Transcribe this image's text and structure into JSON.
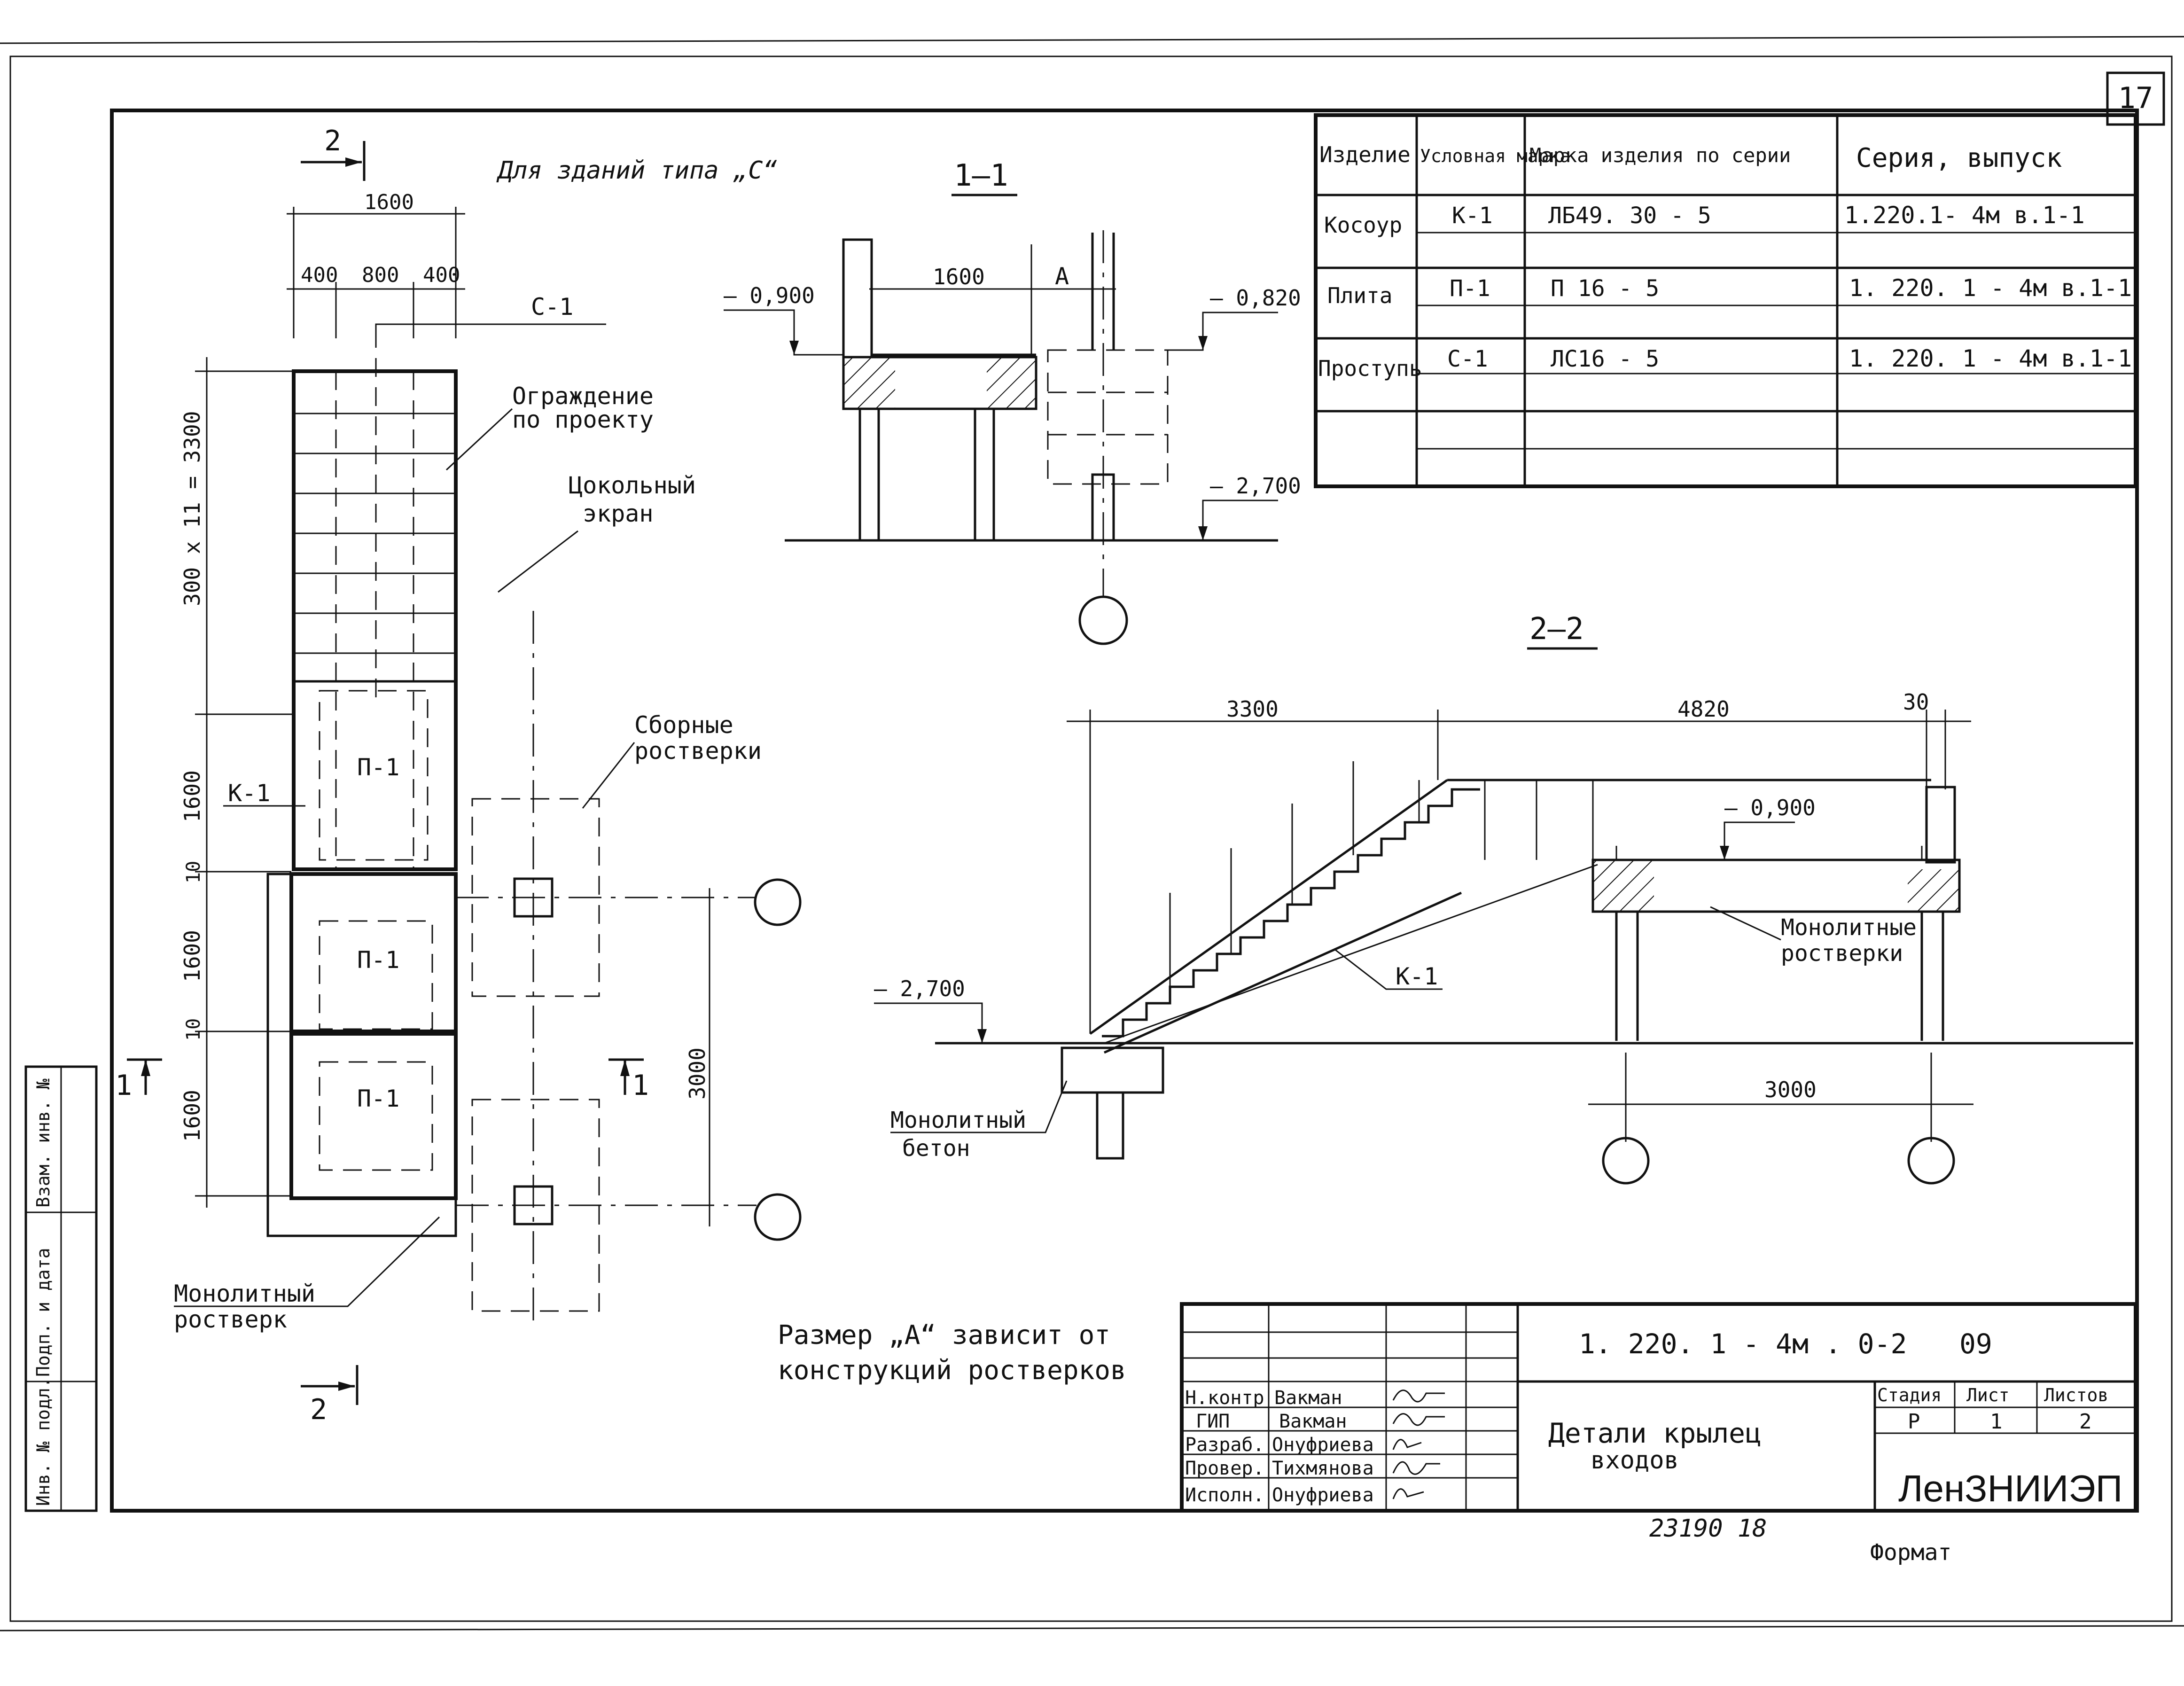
{
  "sheet": {
    "number": "17",
    "note_building": "Для зданий типа „С“",
    "note_size": [
      "Размер „А“ зависит от",
      "конструкций ростверков"
    ],
    "bottom_stamp": "23190 18",
    "format_label": "Формат"
  },
  "plan": {
    "section_mark_2": "2",
    "section_mark_1": "1",
    "dims_top": [
      "1600",
      "400",
      "800",
      "400"
    ],
    "dims_left": [
      "300 x 11 = 3300",
      "1600",
      "10",
      "1600",
      "10",
      "1600"
    ],
    "dim_right": "3000",
    "labels": {
      "c1": "С-1",
      "fence": [
        "Ограждение",
        "по проекту"
      ],
      "screen": [
        "Цокольный",
        "экран"
      ],
      "prefab": [
        "Сборные",
        "ростверки"
      ],
      "k1": "К-1",
      "p1": "П-1",
      "monolith": [
        "Монолитный",
        "ростверк"
      ]
    }
  },
  "section_1_1": {
    "title": "1—1",
    "dim_1600": "1600",
    "dim_a": "А",
    "level_left": "– 0,900",
    "level_right": "– 0,820",
    "level_ground": "– 2,700"
  },
  "section_2_2": {
    "title": "2—2",
    "dim_3300": "3300",
    "dim_4820": "4820",
    "dim_30": "30",
    "dim_3000": "3000",
    "level_top": "– 0,900",
    "level_ground": "– 2,700",
    "k1": "К-1",
    "monolith_grillage": [
      "Монолитные",
      "ростверки"
    ],
    "monolith_concrete": [
      "Монолитный",
      "бетон"
    ]
  },
  "spec_table": {
    "headers": [
      "Изделие",
      "Условная марка",
      "Марка изделия по серии",
      "Серия, выпуск"
    ],
    "rows": [
      [
        "Косоур",
        "К-1",
        "ЛБ49. 30 - 5",
        "1.220.1- 4м  в.1-1"
      ],
      [
        "Плита",
        "П-1",
        "П 16 - 5",
        "1. 220. 1 - 4м  в.1-1"
      ],
      [
        "Проступь",
        "С-1",
        "ЛС16 - 5",
        "1. 220. 1 - 4м  в.1-1"
      ]
    ]
  },
  "title_block": {
    "code": "1. 220. 1 - 4м . 0-2",
    "sheet_no": "09",
    "title": [
      "Детали крылец",
      "входов"
    ],
    "stage_header": "Стадия",
    "sheet_header": "Лист",
    "sheets_header": "Листов",
    "stage": "Р",
    "sheet": "1",
    "sheets": "2",
    "org": "ЛенЗНИИЭП",
    "people": [
      [
        "Н.контр",
        "Вакман"
      ],
      [
        "ГИП",
        "Вакман"
      ],
      [
        "Разраб.",
        "Онуфриева"
      ],
      [
        "Провер.",
        "Тихмянова"
      ],
      [
        "Исполн.",
        "Онуфриева"
      ]
    ]
  },
  "side_stamp": [
    "Инв. № подл.",
    "Подп. и дата",
    "Взам. инв. №"
  ]
}
